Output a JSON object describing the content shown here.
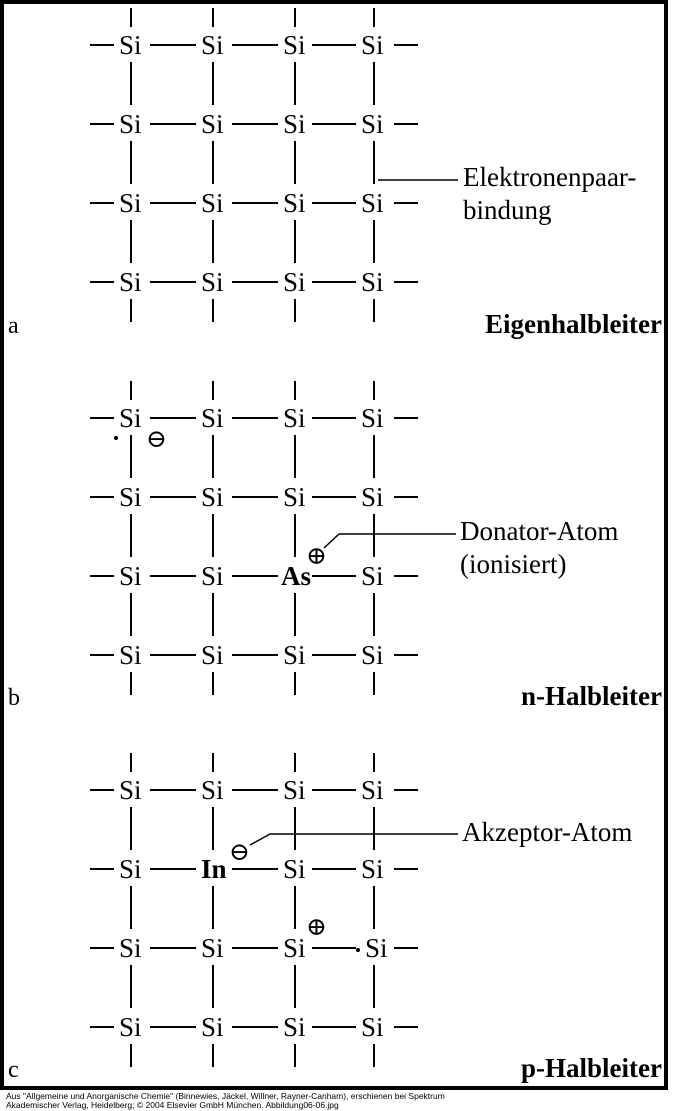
{
  "panels": [
    {
      "letter": "a",
      "title": "Eigenhalbleiter",
      "rows": [
        [
          "Si",
          "Si",
          "Si",
          "Si"
        ],
        [
          "Si",
          "Si",
          "Si",
          "Si"
        ],
        [
          "Si",
          "Si",
          "Si",
          "Si"
        ],
        [
          "Si",
          "Si",
          "Si",
          "Si"
        ]
      ],
      "annotation": [
        "Elektronenpaar-",
        "bindung"
      ]
    },
    {
      "letter": "b",
      "title": "n-Halbleiter",
      "rows": [
        [
          "Si",
          "Si",
          "Si",
          "Si"
        ],
        [
          "Si",
          "Si",
          "Si",
          "Si"
        ],
        [
          "Si",
          "Si",
          "As",
          "Si"
        ],
        [
          "Si",
          "Si",
          "Si",
          "Si"
        ]
      ],
      "annotation": [
        "Donator-Atom",
        "(ionisiert)"
      ],
      "minus_sign": "⊖",
      "plus_sign": "⊕"
    },
    {
      "letter": "c",
      "title": "p-Halbleiter",
      "rows": [
        [
          "Si",
          "Si",
          "Si",
          "Si"
        ],
        [
          "Si",
          "In",
          "Si",
          "Si"
        ],
        [
          "Si",
          "Si",
          "Si",
          "Si"
        ],
        [
          "Si",
          "Si",
          "Si",
          "Si"
        ]
      ],
      "annotation": [
        "Akzeptor-Atom"
      ],
      "minus_sign": "⊖",
      "plus_sign": "⊕"
    }
  ],
  "credit": "Aus \"Allgemeine und Anorganische Chemie\" (Binnewies, Jäckel, Willner, Rayner-Canham), erschienen bei Spektrum\nAkademischer Verlag, Heidelberg; © 2004 Elsevier GmbH München. Abbildung06-06.jpg"
}
